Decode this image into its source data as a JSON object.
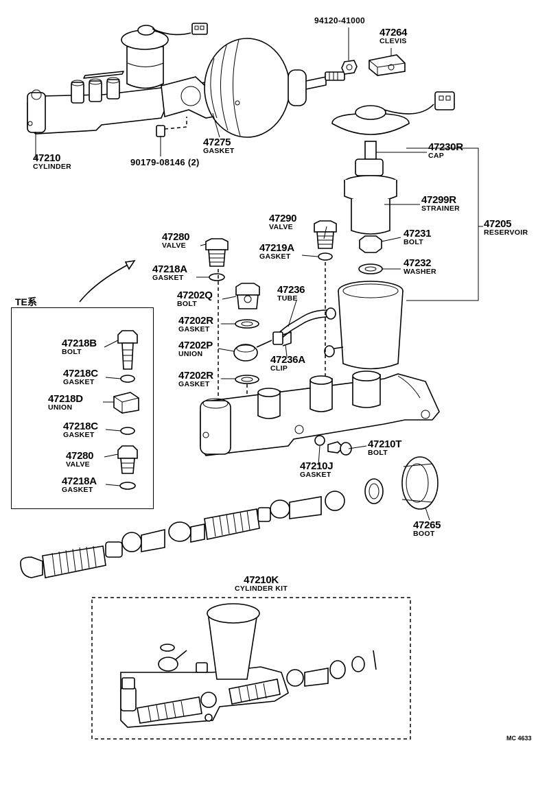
{
  "diagram_code": "MC 4633",
  "inset_label": "TE系",
  "parts": [
    {
      "id": "p-47210",
      "number": "47210",
      "name": "CYLINDER"
    },
    {
      "id": "p-90179",
      "number": "90179-08146 (2)",
      "name": ""
    },
    {
      "id": "p-47275",
      "number": "47275",
      "name": "GASKET"
    },
    {
      "id": "p-94120",
      "number": "94120-41000",
      "name": ""
    },
    {
      "id": "p-47264",
      "number": "47264",
      "name": "CLEVIS"
    },
    {
      "id": "p-47230r",
      "number": "47230R",
      "name": "CAP"
    },
    {
      "id": "p-47299r",
      "number": "47299R",
      "name": "STRAINER"
    },
    {
      "id": "p-47205",
      "number": "47205",
      "name": "RESERVOIR"
    },
    {
      "id": "p-47231",
      "number": "47231",
      "name": "BOLT"
    },
    {
      "id": "p-47232",
      "number": "47232",
      "name": "WASHER"
    },
    {
      "id": "p-47290",
      "number": "47290",
      "name": "VALVE"
    },
    {
      "id": "p-47219a",
      "number": "47219A",
      "name": "GASKET"
    },
    {
      "id": "p-47280",
      "number": "47280",
      "name": "VALVE"
    },
    {
      "id": "p-47218a",
      "number": "47218A",
      "name": "GASKET"
    },
    {
      "id": "p-47202q",
      "number": "47202Q",
      "name": "BOLT"
    },
    {
      "id": "p-47236",
      "number": "47236",
      "name": "TUBE"
    },
    {
      "id": "p-47202r-1",
      "number": "47202R",
      "name": "GASKET"
    },
    {
      "id": "p-47202p",
      "number": "47202P",
      "name": "UNION"
    },
    {
      "id": "p-47236a",
      "number": "47236A",
      "name": "CLIP"
    },
    {
      "id": "p-47202r-2",
      "number": "47202R",
      "name": "GASKET"
    },
    {
      "id": "p-47210t",
      "number": "47210T",
      "name": "BOLT"
    },
    {
      "id": "p-47210j",
      "number": "47210J",
      "name": "GASKET"
    },
    {
      "id": "p-47265",
      "number": "47265",
      "name": "BOOT"
    },
    {
      "id": "p-47210k",
      "number": "47210K",
      "name": "CYLINDER KIT"
    }
  ],
  "inset_parts": [
    {
      "id": "i-47218b",
      "number": "47218B",
      "name": "BOLT"
    },
    {
      "id": "i-47218c-1",
      "number": "47218C",
      "name": "GASKET"
    },
    {
      "id": "i-47218d",
      "number": "47218D",
      "name": "UNION"
    },
    {
      "id": "i-47218c-2",
      "number": "47218C",
      "name": "GASKET"
    },
    {
      "id": "i-47280",
      "number": "47280",
      "name": "VALVE"
    },
    {
      "id": "i-47218a",
      "number": "47218A",
      "name": "GASKET"
    }
  ]
}
